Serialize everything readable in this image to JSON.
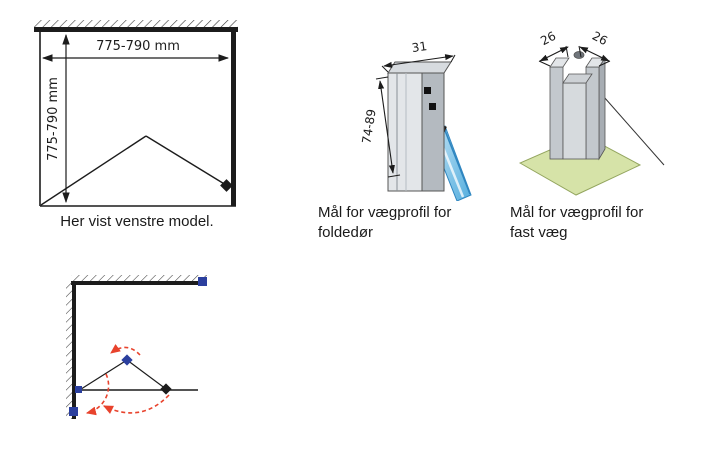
{
  "document": {
    "front_view": {
      "width_dim": "775-790 mm",
      "height_dim": "775-790 mm",
      "caption": "Her vist venstre model."
    },
    "folding_door_profile": {
      "width_dim": "31",
      "depth_dim": "74-89",
      "caption_line1": "Mål for vægprofil for",
      "caption_line2": "foldedør"
    },
    "fixed_wall_profile": {
      "left_dim": "26",
      "right_dim": "26",
      "caption_line1": "Mål for vægprofil for",
      "caption_line2": "fast væg"
    },
    "colors": {
      "swing_red": "#e8432d",
      "hinge_blue": "#2b3f9e",
      "floor_green": "#d6e3a8",
      "glass_blue": "#55aede",
      "glass_blue_light": "#c2e4f6"
    }
  }
}
